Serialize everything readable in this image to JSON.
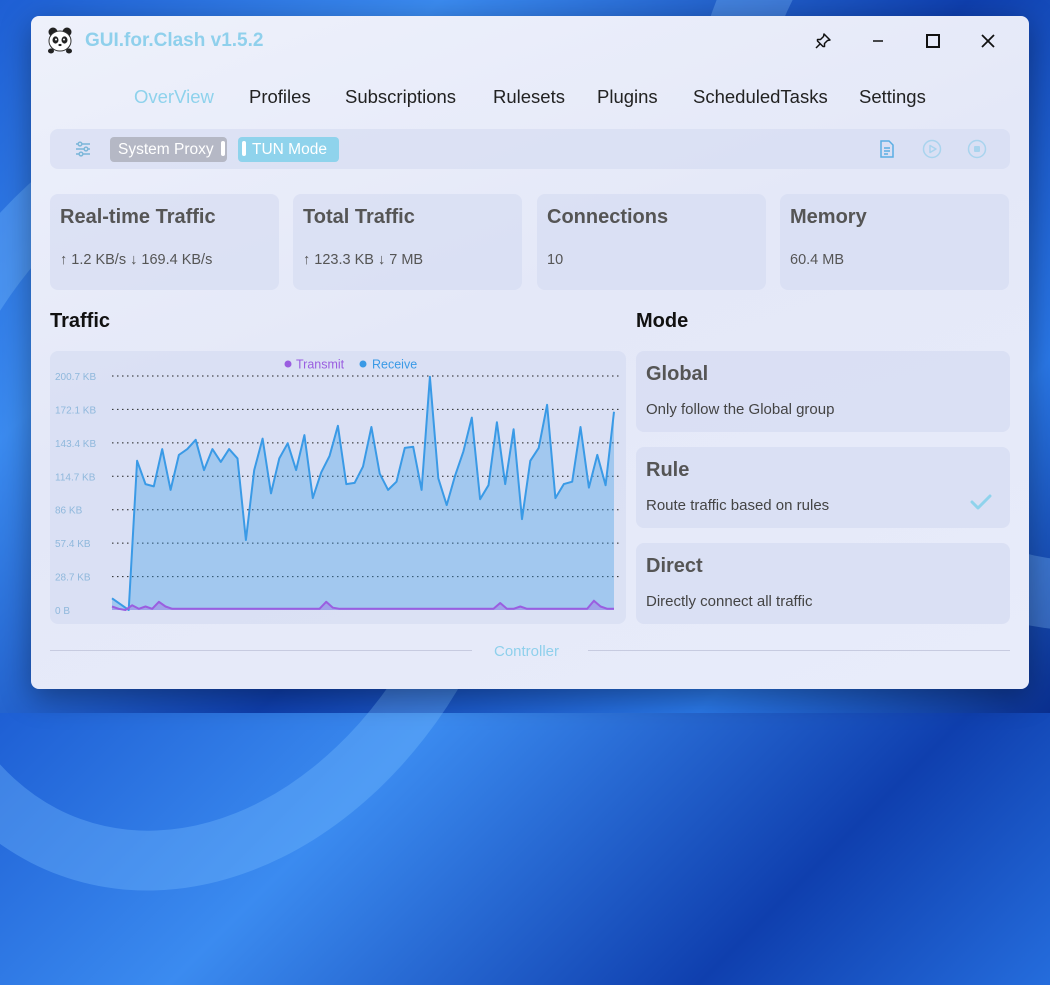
{
  "app": {
    "title": "GUI.for.Clash v1.5.2"
  },
  "window_controls": {
    "pin": "pin-icon",
    "minimize": "minimize-icon",
    "maximize": "maximize-icon",
    "close": "close-icon"
  },
  "nav": {
    "items": [
      {
        "label": "OverView",
        "active": true
      },
      {
        "label": "Profiles",
        "active": false
      },
      {
        "label": "Subscriptions",
        "active": false
      },
      {
        "label": "Rulesets",
        "active": false
      },
      {
        "label": "Plugins",
        "active": false
      },
      {
        "label": "ScheduledTasks",
        "active": false
      },
      {
        "label": "Settings",
        "active": false
      }
    ]
  },
  "toolbar": {
    "settings_icon": "sliders-icon",
    "system_proxy": {
      "label": "System Proxy",
      "enabled": false
    },
    "tun_mode": {
      "label": "TUN Mode",
      "enabled": true
    },
    "actions": [
      "log-file-icon",
      "restart-icon",
      "stop-icon"
    ]
  },
  "stats": [
    {
      "title": "Real-time Traffic",
      "value": "↑ 1.2 KB/s ↓ 169.4 KB/s"
    },
    {
      "title": "Total Traffic",
      "value": "↑ 123.3 KB ↓ 7 MB"
    },
    {
      "title": "Connections",
      "value": "10"
    },
    {
      "title": "Memory",
      "value": "60.4 MB"
    }
  ],
  "traffic": {
    "section_title": "Traffic"
  },
  "mode": {
    "section_title": "Mode",
    "options": [
      {
        "title": "Global",
        "desc": "Only follow the Global group",
        "selected": false
      },
      {
        "title": "Rule",
        "desc": "Route traffic based on rules",
        "selected": true
      },
      {
        "title": "Direct",
        "desc": "Directly connect all traffic",
        "selected": false
      }
    ]
  },
  "footer": {
    "label": "Controller"
  },
  "colors": {
    "accent": "#8fd0ec",
    "transmit": "#9a5ee0",
    "receive": "#3a9ae6"
  },
  "chart_data": {
    "type": "area",
    "y_ticks": [
      "0 B",
      "28.7 KB",
      "57.4 KB",
      "86 KB",
      "114.7 KB",
      "143.4 KB",
      "172.1 KB",
      "200.7 KB"
    ],
    "ylim": [
      0,
      200.7
    ],
    "unit": "KB",
    "legend_position": "top-center",
    "grid": true,
    "series": [
      {
        "name": "Transmit",
        "values": [
          3,
          1,
          0,
          4,
          1,
          3,
          1,
          7,
          3,
          1,
          1,
          1,
          1,
          1,
          1,
          1,
          1,
          1,
          1,
          1,
          1,
          1,
          1,
          1,
          1,
          1,
          1,
          1,
          1,
          1,
          1,
          1,
          7,
          2,
          1,
          1,
          1,
          1,
          1,
          1,
          1,
          1,
          1,
          1,
          1,
          1,
          1,
          1,
          1,
          1,
          1,
          1,
          1,
          1,
          1,
          1,
          1,
          1,
          6,
          1,
          1,
          3,
          1,
          1,
          1,
          1,
          1,
          1,
          1,
          1,
          1,
          1,
          8,
          3,
          1,
          1
        ]
      },
      {
        "name": "Receive",
        "values": [
          10,
          5,
          0,
          128,
          108,
          106,
          138,
          103,
          133,
          138,
          146,
          120,
          138,
          127,
          138,
          130,
          60,
          120,
          147,
          100,
          130,
          143,
          120,
          150,
          96,
          118,
          132,
          158,
          108,
          109,
          123,
          157,
          117,
          103,
          110,
          139,
          140,
          103,
          200,
          113,
          90,
          115,
          136,
          165,
          95,
          107,
          161,
          108,
          155,
          78,
          128,
          139,
          176,
          96,
          108,
          110,
          157,
          105,
          133,
          107,
          170
        ]
      }
    ]
  }
}
